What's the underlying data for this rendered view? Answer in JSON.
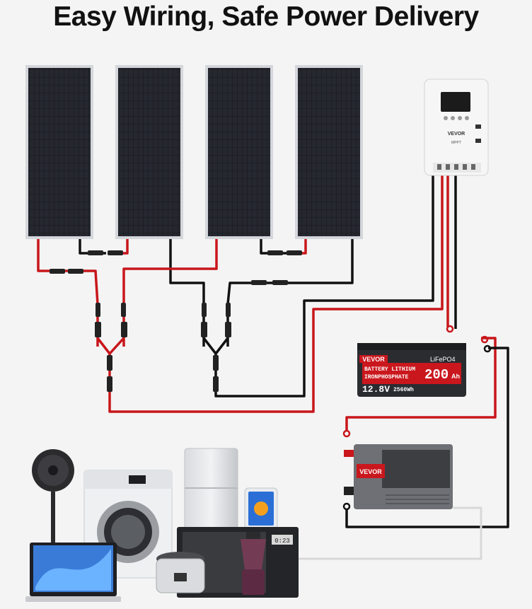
{
  "title": "Easy Wiring, Safe Power Delivery",
  "controller": {
    "brand": "VEVOR",
    "model": "MPPT"
  },
  "battery": {
    "brand": "VEVOR",
    "chem": "LiFePO4",
    "line1": "BATTERY LITHIUM",
    "line2": "IRONPHOSPHATE",
    "capacity": "200",
    "capacity_unit": "Ah",
    "voltage": "12.8V",
    "energy": "2560Wh"
  },
  "inverter": {
    "brand": "VEVOR"
  },
  "appliances": {
    "clock": "0:23"
  },
  "colors": {
    "red": "#c8161b",
    "black": "#111111",
    "panel": "#1d1f24",
    "frame": "#cfd2d6"
  },
  "icons": [
    "solar-panel-icon",
    "charge-controller-icon",
    "battery-icon",
    "inverter-icon",
    "fan-icon",
    "washer-icon",
    "fridge-icon",
    "tablet-icon",
    "laptop-icon",
    "microwave-icon",
    "rice-cooker-icon",
    "blender-icon"
  ]
}
